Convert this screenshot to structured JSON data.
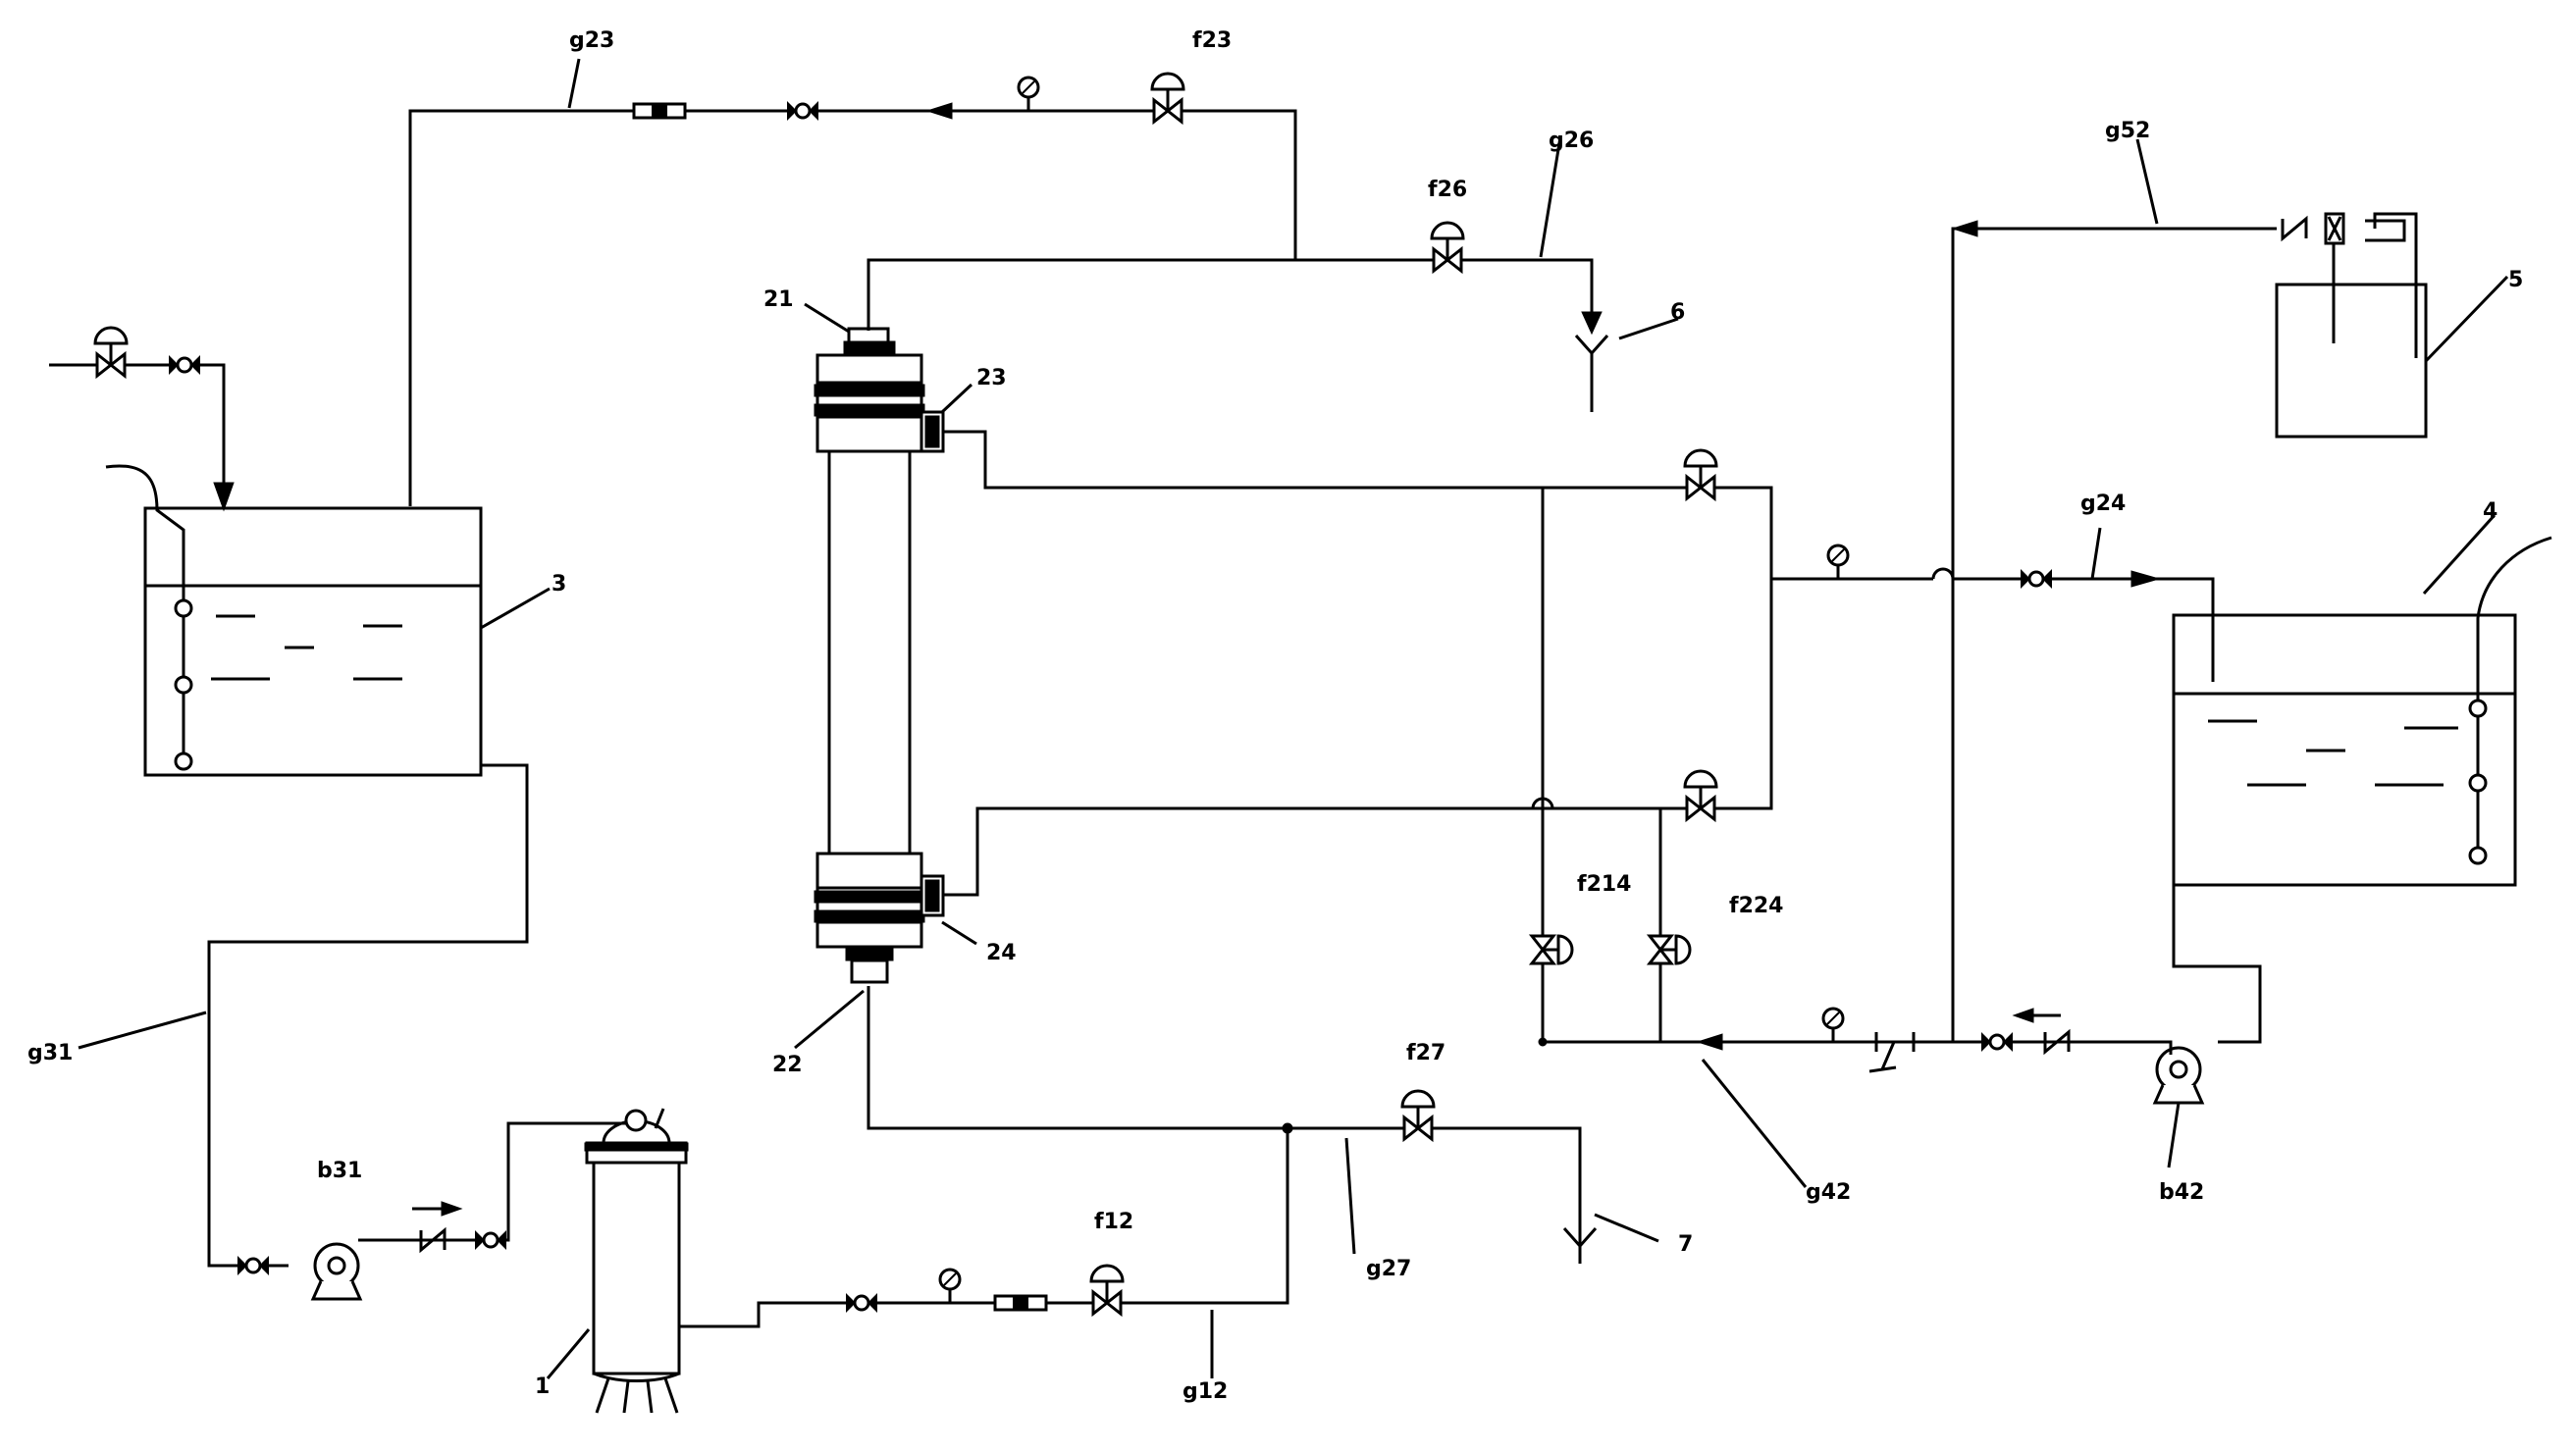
{
  "labels": {
    "g23": "g23",
    "f23": "f23",
    "g26": "g26",
    "f26": "f26",
    "n21": "21",
    "n23": "23",
    "n6": "6",
    "g52": "g52",
    "n5": "5",
    "n3": "3",
    "g24": "g24",
    "n4": "4",
    "f214": "f214",
    "f224": "f224",
    "n24": "24",
    "n22": "22",
    "g31": "g31",
    "b31": "b31",
    "f27": "f27",
    "f12": "f12",
    "g27": "g27",
    "n7": "7",
    "g42": "g42",
    "b42": "b42",
    "n1": "1",
    "g12": "g12"
  }
}
